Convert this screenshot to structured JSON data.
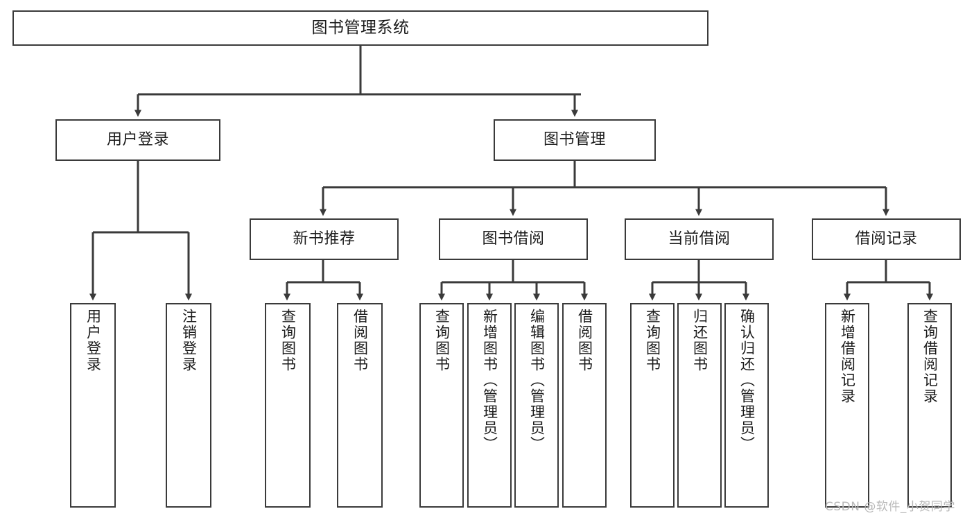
{
  "diagram": {
    "type": "tree-hierarchy",
    "title": "图书管理系统",
    "watermark": "CSDN @软件_小贺同学",
    "line_color": "#3a3a3a",
    "box_fill": "#ffffff",
    "background": "#ffffff",
    "nodes": {
      "root": {
        "label": "图书管理系统"
      },
      "level2": [
        {
          "label": "用户登录"
        },
        {
          "label": "图书管理"
        }
      ],
      "level3": [
        {
          "label": "新书推荐"
        },
        {
          "label": "图书借阅"
        },
        {
          "label": "当前借阅"
        },
        {
          "label": "借阅记录"
        }
      ],
      "leaves": {
        "user_login": [
          {
            "label": "用户登录"
          },
          {
            "label": "注销登录"
          }
        ],
        "new_book_recommend": [
          {
            "label": "查询图书"
          },
          {
            "label": "借阅图书"
          }
        ],
        "book_borrow": [
          {
            "label": "查询图书"
          },
          {
            "label": "新增图书（管理员）"
          },
          {
            "label": "编辑图书（管理员）"
          },
          {
            "label": "借阅图书"
          }
        ],
        "current_borrow": [
          {
            "label": "查询图书"
          },
          {
            "label": "归还图书"
          },
          {
            "label": "确认归还（管理员）"
          }
        ],
        "borrow_record": [
          {
            "label": "新增借阅记录"
          },
          {
            "label": "查询借阅记录"
          }
        ]
      }
    }
  }
}
